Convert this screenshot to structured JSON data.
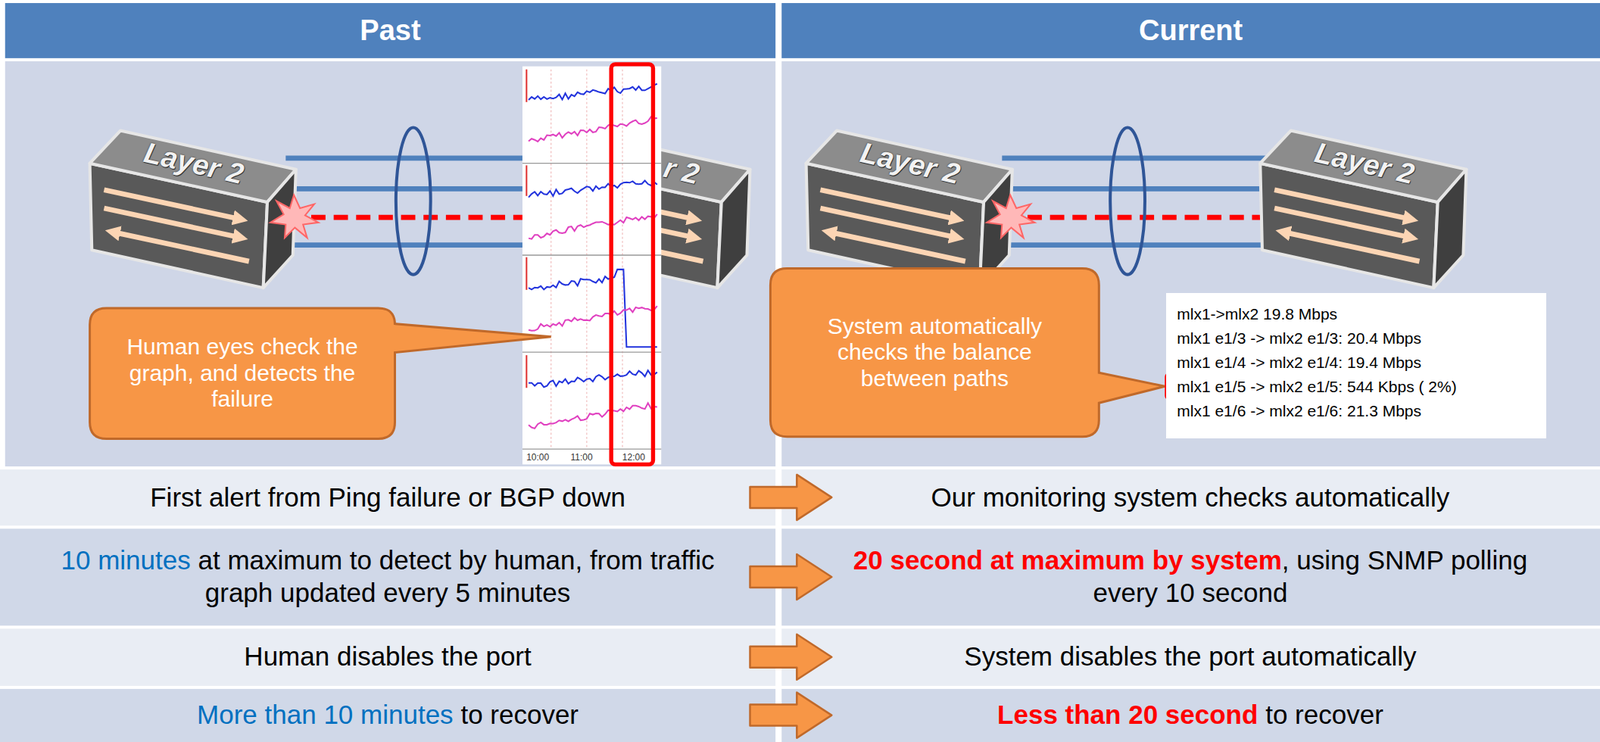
{
  "diagram": {
    "nodes": [
      {
        "text": [
          "Past"
        ]
      },
      {
        "text": [
          "Current"
        ]
      },
      {
        "text": [
          "Human eyes check the graph, and detects the failure"
        ]
      },
      {
        "text": [
          "System automatically checks the balance between paths"
        ]
      },
      {
        "text": [
          "mlx1->mlx2 19.8 Mbps",
          "mlx1 e1/3 -> mlx2 e1/3: 20.4 Mbps",
          "mlx1 e1/4 -> mlx2 e1/4: 19.4 Mbps",
          "mlx1 e1/5 -> mlx2 e1/5: 544 Kbps ( 2%)",
          "mlx1 e1/6 -> mlx2 e1/6: 21.3 Mbps"
        ]
      },
      {
        "text": [
          "First alert from Ping failure or BGP down"
        ]
      },
      {
        "text": [
          "Our monitoring system checks automatically"
        ]
      },
      {
        "text": [
          "10 minutes",
          "at maximum to detect by human, from traffic graph updated every 5 minutes"
        ]
      },
      {
        "text": [
          "20 second at maximum by system",
          ", using SNMP polling every 10 second"
        ]
      },
      {
        "text": [
          "Human disables the port"
        ]
      },
      {
        "text": [
          "System disables the port automatically"
        ]
      },
      {
        "text": [
          "More than 10 minutes",
          "to recover"
        ]
      },
      {
        "text": [
          "Less than 20 second",
          "to recover"
        ]
      }
    ],
    "edges": [
      {
        "from": 5,
        "to": 6,
        "arrow": "to"
      },
      {
        "from": 7,
        "to": 8,
        "arrow": "to"
      },
      {
        "from": 9,
        "to": 10,
        "arrow": "to"
      },
      {
        "from": 11,
        "to": 12,
        "arrow": "to"
      }
    ],
    "labels": [
      "Layer 2",
      "r 2",
      "Layer 2",
      "Layer 2",
      "10:00",
      "11:00",
      "12:00"
    ]
  }
}
